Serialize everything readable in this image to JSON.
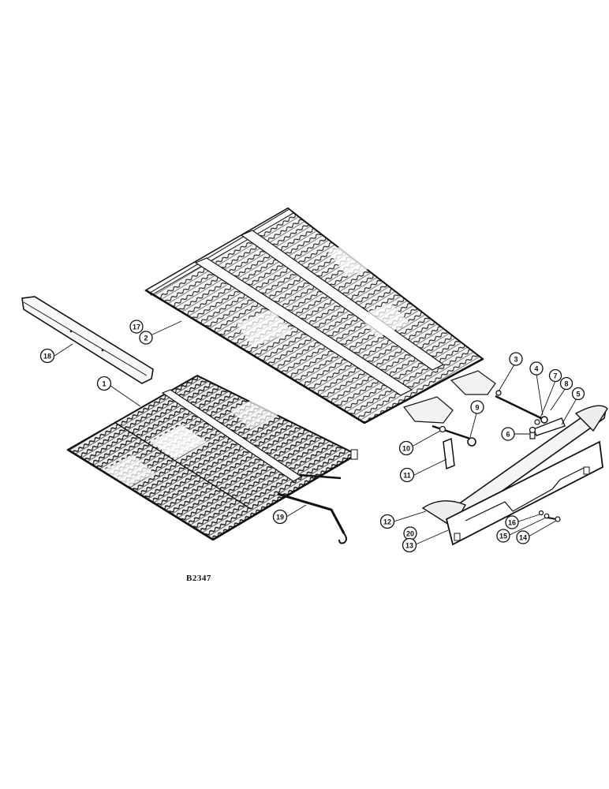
{
  "drawing_code": "B2347",
  "callouts": [
    {
      "id": "c1",
      "text": "1"
    },
    {
      "id": "c2",
      "text": "2"
    },
    {
      "id": "c17",
      "text": "17"
    },
    {
      "id": "c18",
      "text": "18"
    },
    {
      "id": "c3",
      "text": "3"
    },
    {
      "id": "c4",
      "text": "4"
    },
    {
      "id": "c7",
      "text": "7"
    },
    {
      "id": "c8",
      "text": "8"
    },
    {
      "id": "c5",
      "text": "5"
    },
    {
      "id": "c6",
      "text": "6"
    },
    {
      "id": "c9",
      "text": "9"
    },
    {
      "id": "c10",
      "text": "10"
    },
    {
      "id": "c11",
      "text": "11"
    },
    {
      "id": "c19",
      "text": "19"
    },
    {
      "id": "c12",
      "text": "12"
    },
    {
      "id": "c20",
      "text": "20"
    },
    {
      "id": "c13",
      "text": "13"
    },
    {
      "id": "c16",
      "text": "16"
    },
    {
      "id": "c15",
      "text": "15"
    },
    {
      "id": "c14",
      "text": "14"
    }
  ]
}
